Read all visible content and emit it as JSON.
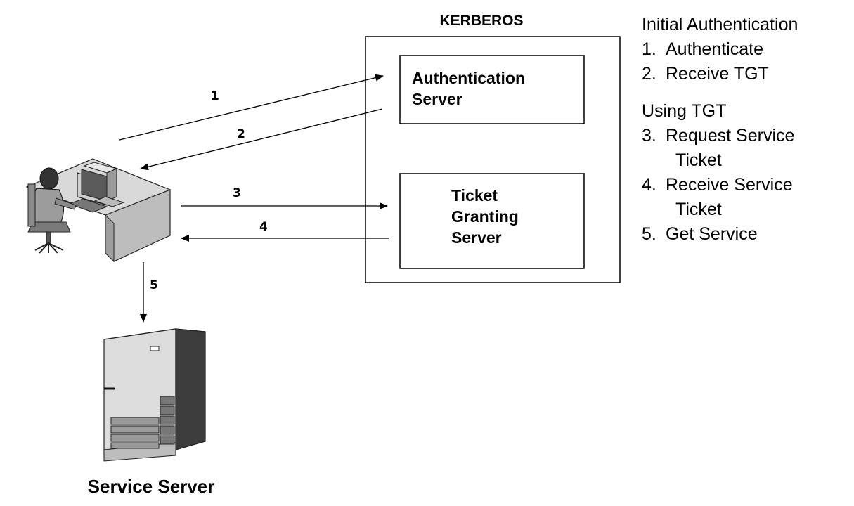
{
  "kerberos": {
    "title": "KERBEROS",
    "auth_server": [
      "Authentication",
      "Server"
    ],
    "tgs": [
      "Ticket",
      "Granting",
      "Server"
    ]
  },
  "arrows": [
    "1",
    "2",
    "3",
    "4",
    "5"
  ],
  "service_server": {
    "label": "Service Server"
  },
  "legend": {
    "initial_heading": "Initial Authentication",
    "initial_steps": [
      {
        "num": "1.",
        "text": "Authenticate"
      },
      {
        "num": "2.",
        "text": "Receive TGT"
      }
    ],
    "tgt_heading": "Using TGT",
    "tgt_steps": [
      {
        "num": "3.",
        "text": "Request Service",
        "cont": "Ticket"
      },
      {
        "num": "4.",
        "text": "Receive Service",
        "cont": "Ticket"
      },
      {
        "num": "5.",
        "text": "Get Service"
      }
    ]
  }
}
